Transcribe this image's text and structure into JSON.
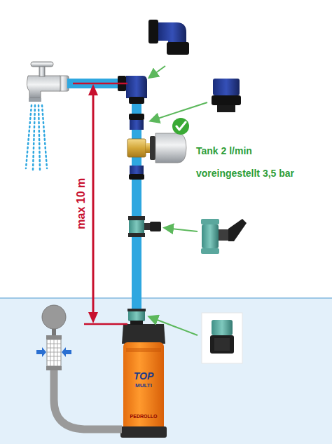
{
  "diagram": {
    "labels": [
      "Tank 2 l/min",
      "voreingestellt 3,5 bar",
      "max 10 m",
      "TOP",
      "MULTI",
      "PEDROLLO"
    ]
  }
}
